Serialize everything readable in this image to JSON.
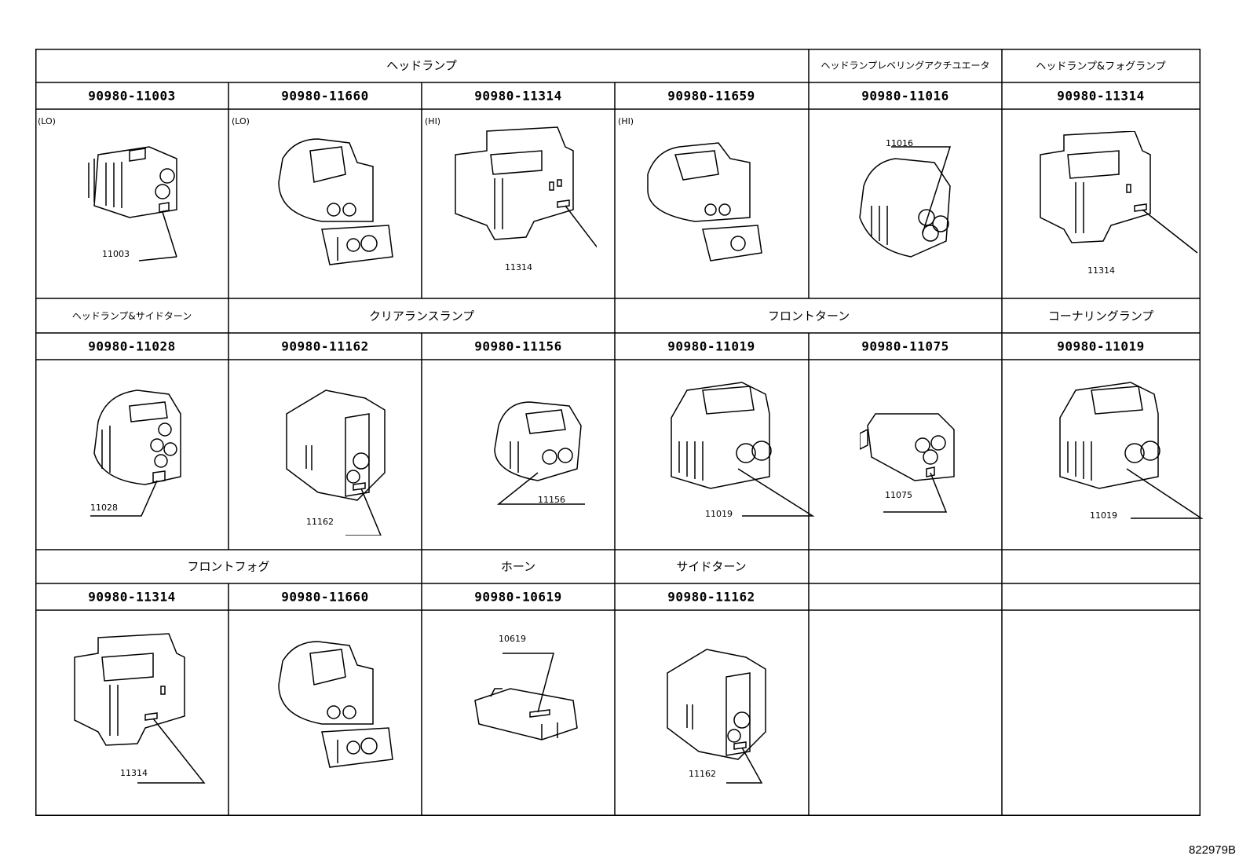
{
  "headers": {
    "headlamp": "ヘッドランプ",
    "leveling_actuator": "ヘッドランプレベリングアクチユエータ",
    "headlamp_fog": "ヘッドランプ&フォグランプ",
    "headlamp_side_turn": "ヘッドランプ&サイドターン",
    "clearance_lamp": "クリアランスランプ",
    "front_turn": "フロントターン",
    "cornering_lamp": "コーナリングランプ",
    "front_fog": "フロントフォグ",
    "horn": "ホーン",
    "side_turn": "サイドターン"
  },
  "rows": [
    {
      "parts": [
        {
          "part_no": "90980-11003",
          "pos": "(LO)",
          "callout": "11003"
        },
        {
          "part_no": "90980-11660",
          "pos": "(LO)",
          "callout": ""
        },
        {
          "part_no": "90980-11314",
          "pos": "(HI)",
          "callout": "11314"
        },
        {
          "part_no": "90980-11659",
          "pos": "(HI)",
          "callout": ""
        },
        {
          "part_no": "90980-11016",
          "pos": "",
          "callout": "11016"
        },
        {
          "part_no": "90980-11314",
          "pos": "",
          "callout": "11314"
        }
      ]
    },
    {
      "parts": [
        {
          "part_no": "90980-11028",
          "pos": "",
          "callout": "11028"
        },
        {
          "part_no": "90980-11162",
          "pos": "",
          "callout": "11162"
        },
        {
          "part_no": "90980-11156",
          "pos": "",
          "callout": "11156"
        },
        {
          "part_no": "90980-11019",
          "pos": "",
          "callout": "11019"
        },
        {
          "part_no": "90980-11075",
          "pos": "",
          "callout": "11075"
        },
        {
          "part_no": "90980-11019",
          "pos": "",
          "callout": "11019"
        }
      ]
    },
    {
      "parts": [
        {
          "part_no": "90980-11314",
          "pos": "",
          "callout": "11314"
        },
        {
          "part_no": "90980-11660",
          "pos": "",
          "callout": ""
        },
        {
          "part_no": "90980-10619",
          "pos": "",
          "callout": "10619"
        },
        {
          "part_no": "90980-11162",
          "pos": "",
          "callout": "11162"
        }
      ]
    }
  ],
  "figure_id": "822979B"
}
